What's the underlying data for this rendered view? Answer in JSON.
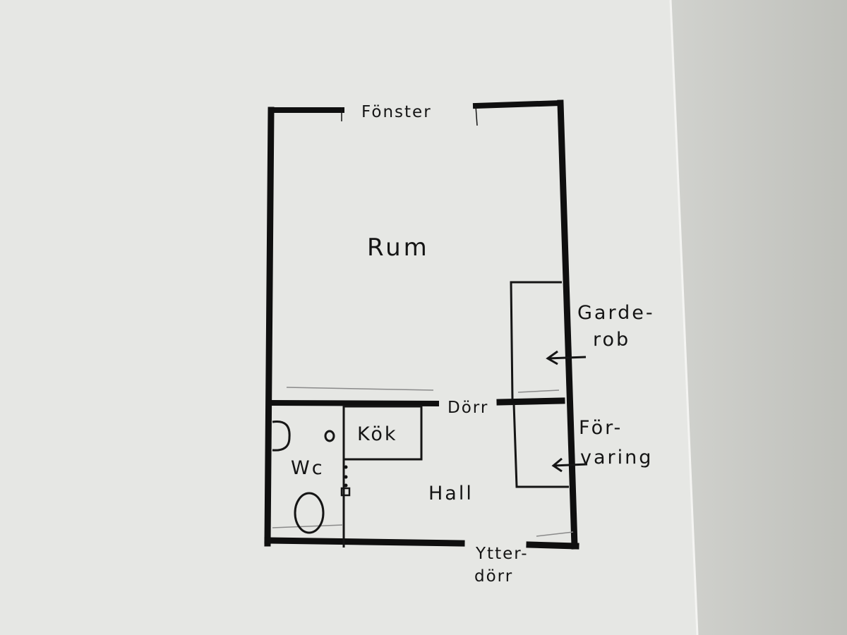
{
  "labels": {
    "window": "Fönster",
    "room": "Rum",
    "wardrobe_line1": "Garde-",
    "wardrobe_line2": "rob",
    "door": "Dörr",
    "kitchen": "Kök",
    "storage_line1": "För-",
    "storage_line2": "varing",
    "wc": "Wc",
    "hall": "Hall",
    "entrance_line1": "Ytter-",
    "entrance_line2": "dörr"
  },
  "colors": {
    "ink": "#111111",
    "paper": "#e7e8e5",
    "background": "#cfd0cc",
    "pencil": "#8a8a8a"
  }
}
